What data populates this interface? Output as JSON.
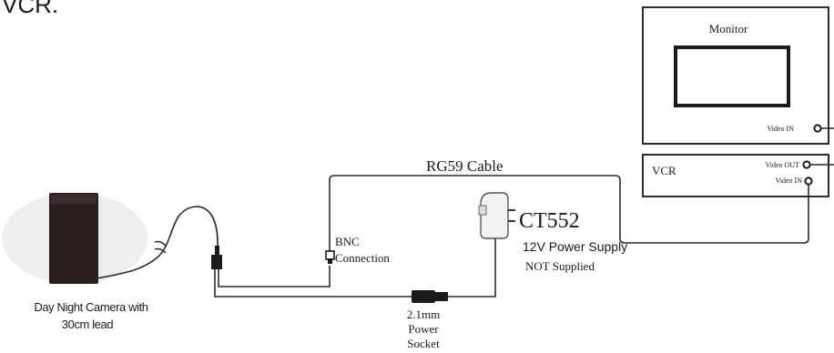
{
  "header_text": "VCR.",
  "monitor": {
    "label": "Monitor",
    "video_in": "Video IN"
  },
  "vcr": {
    "label": "VCR",
    "video_out": "Video OUT",
    "video_in": "Video IN"
  },
  "cable": {
    "label": "RG59 Cable"
  },
  "bnc": {
    "line1": "BNC",
    "line2": "Connection"
  },
  "power_supply": {
    "model": "CT552",
    "line1": "12V Power Supply",
    "line2": "NOT Supplied"
  },
  "socket": {
    "line1": "2.1mm",
    "line2": "Power",
    "line3": "Socket"
  },
  "camera": {
    "line1": "Day Night Camera with",
    "line2": "30cm lead"
  }
}
